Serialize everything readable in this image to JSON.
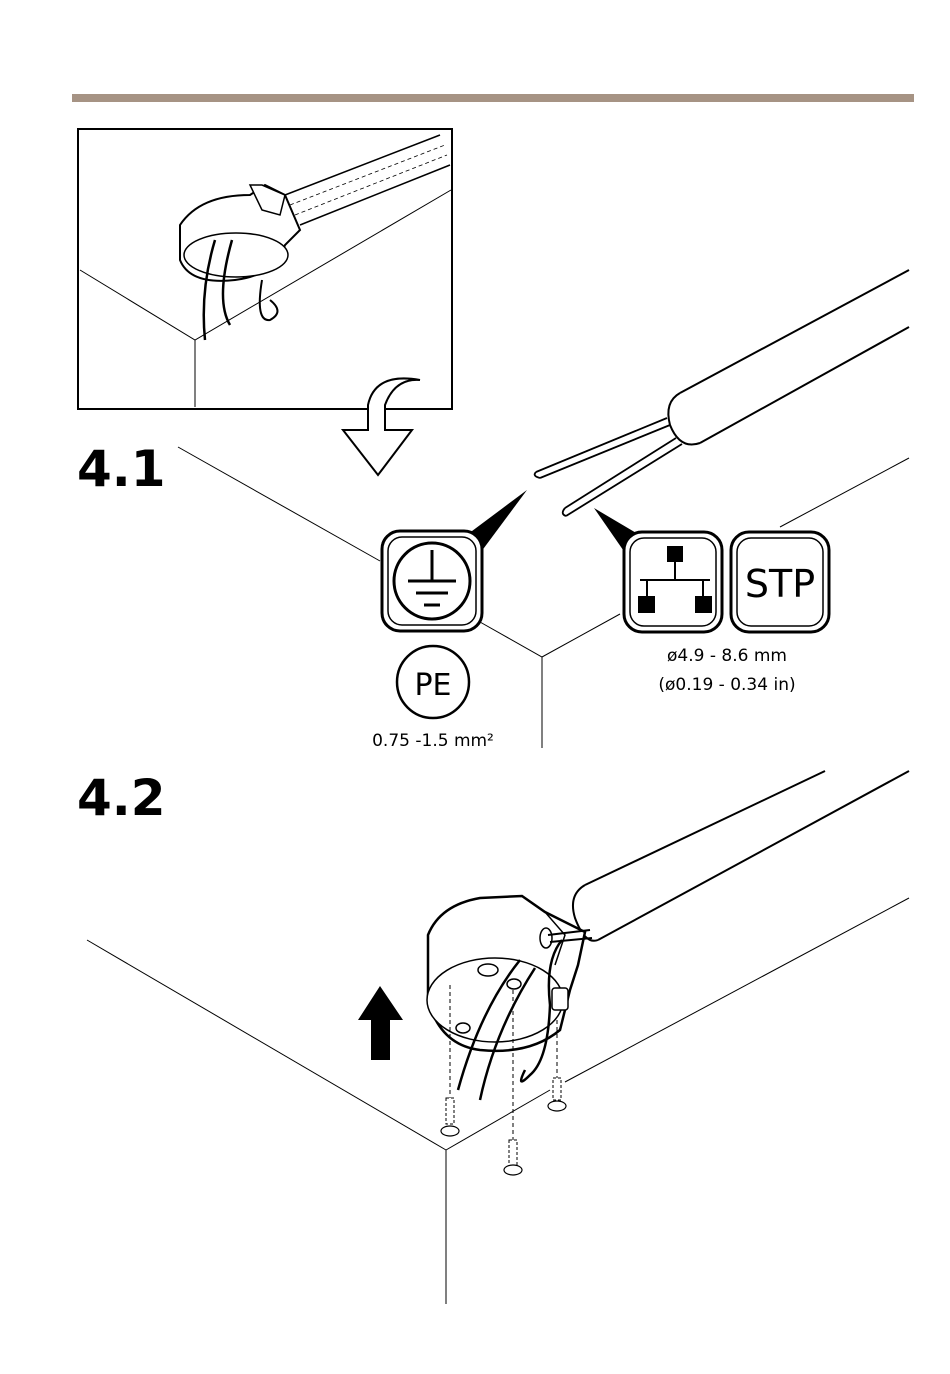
{
  "steps": {
    "s41": "4.1",
    "s42": "4.2"
  },
  "labels": {
    "pe_symbol": "PE",
    "pe_spec": "0.75 -1.5 mm²",
    "stp_symbol": "STP",
    "cable_dia_mm": "ø4.9 - 8.6 mm",
    "cable_dia_in": "(ø0.19 - 0.34 in)"
  },
  "icons": {
    "ground": "protective-earth-ground-icon",
    "network": "network-topology-icon",
    "arrow_down": "hollow-down-arrow-icon",
    "arrow_up": "solid-up-arrow-icon"
  },
  "colors": {
    "header_bar": "#a69384",
    "line": "#000000"
  }
}
